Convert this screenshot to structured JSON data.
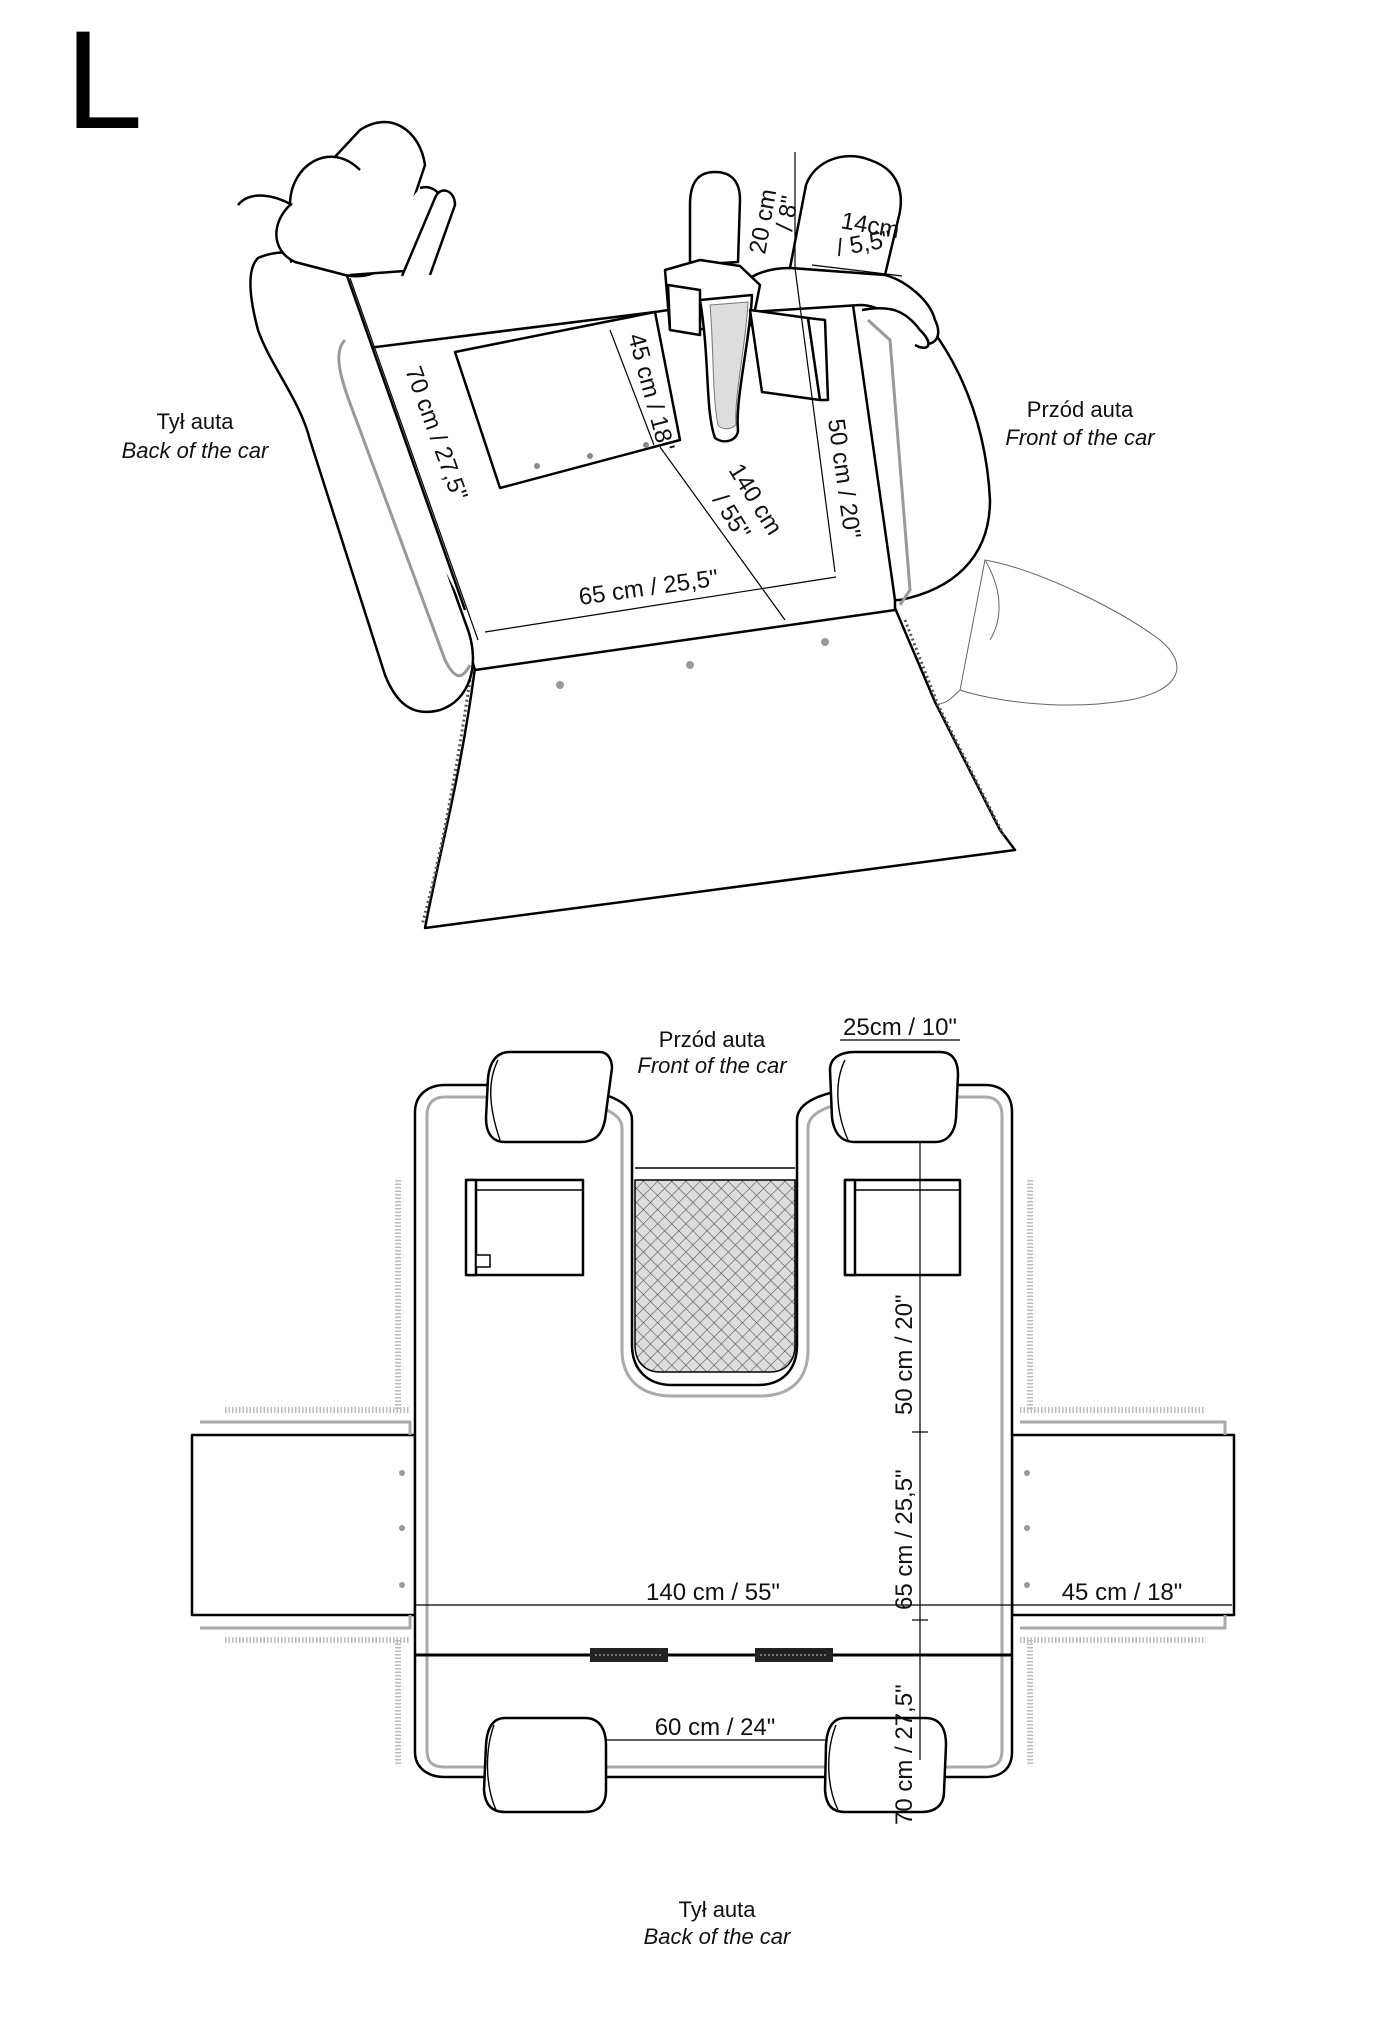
{
  "size_letter": "L",
  "perspective": {
    "labels": {
      "back_pl": "Tył auta",
      "back_en": "Back of the car",
      "front_pl": "Przód auta",
      "front_en": "Front of the car"
    },
    "dims": {
      "side_flap": "70 cm / 27,5\"",
      "pocket": "45 cm / 18\"",
      "headrest_height_a": "20 cm",
      "headrest_height_b": "/ 8\"",
      "headrest_width_a": "14cm",
      "headrest_width_b": "/ 5,5\"",
      "diag_a": "140 cm",
      "diag_b": "/ 55\"",
      "front_depth": "50 cm / 20\"",
      "width": "65 cm / 25,5\""
    }
  },
  "plan": {
    "labels": {
      "front_pl": "Przód auta",
      "front_en": "Front of the car",
      "back_pl": "Tył auta",
      "back_en": "Back of the car"
    },
    "dims": {
      "headrest_width": "25cm / 10\"",
      "front_depth": "50 cm / 20\"",
      "mid_depth": "65 cm / 25,5\"",
      "back_depth": "70 cm / 27,5\"",
      "total_width": "140 cm / 55\"",
      "flap_width": "45 cm / 18\"",
      "rear_gap": "60 cm / 24\""
    }
  }
}
